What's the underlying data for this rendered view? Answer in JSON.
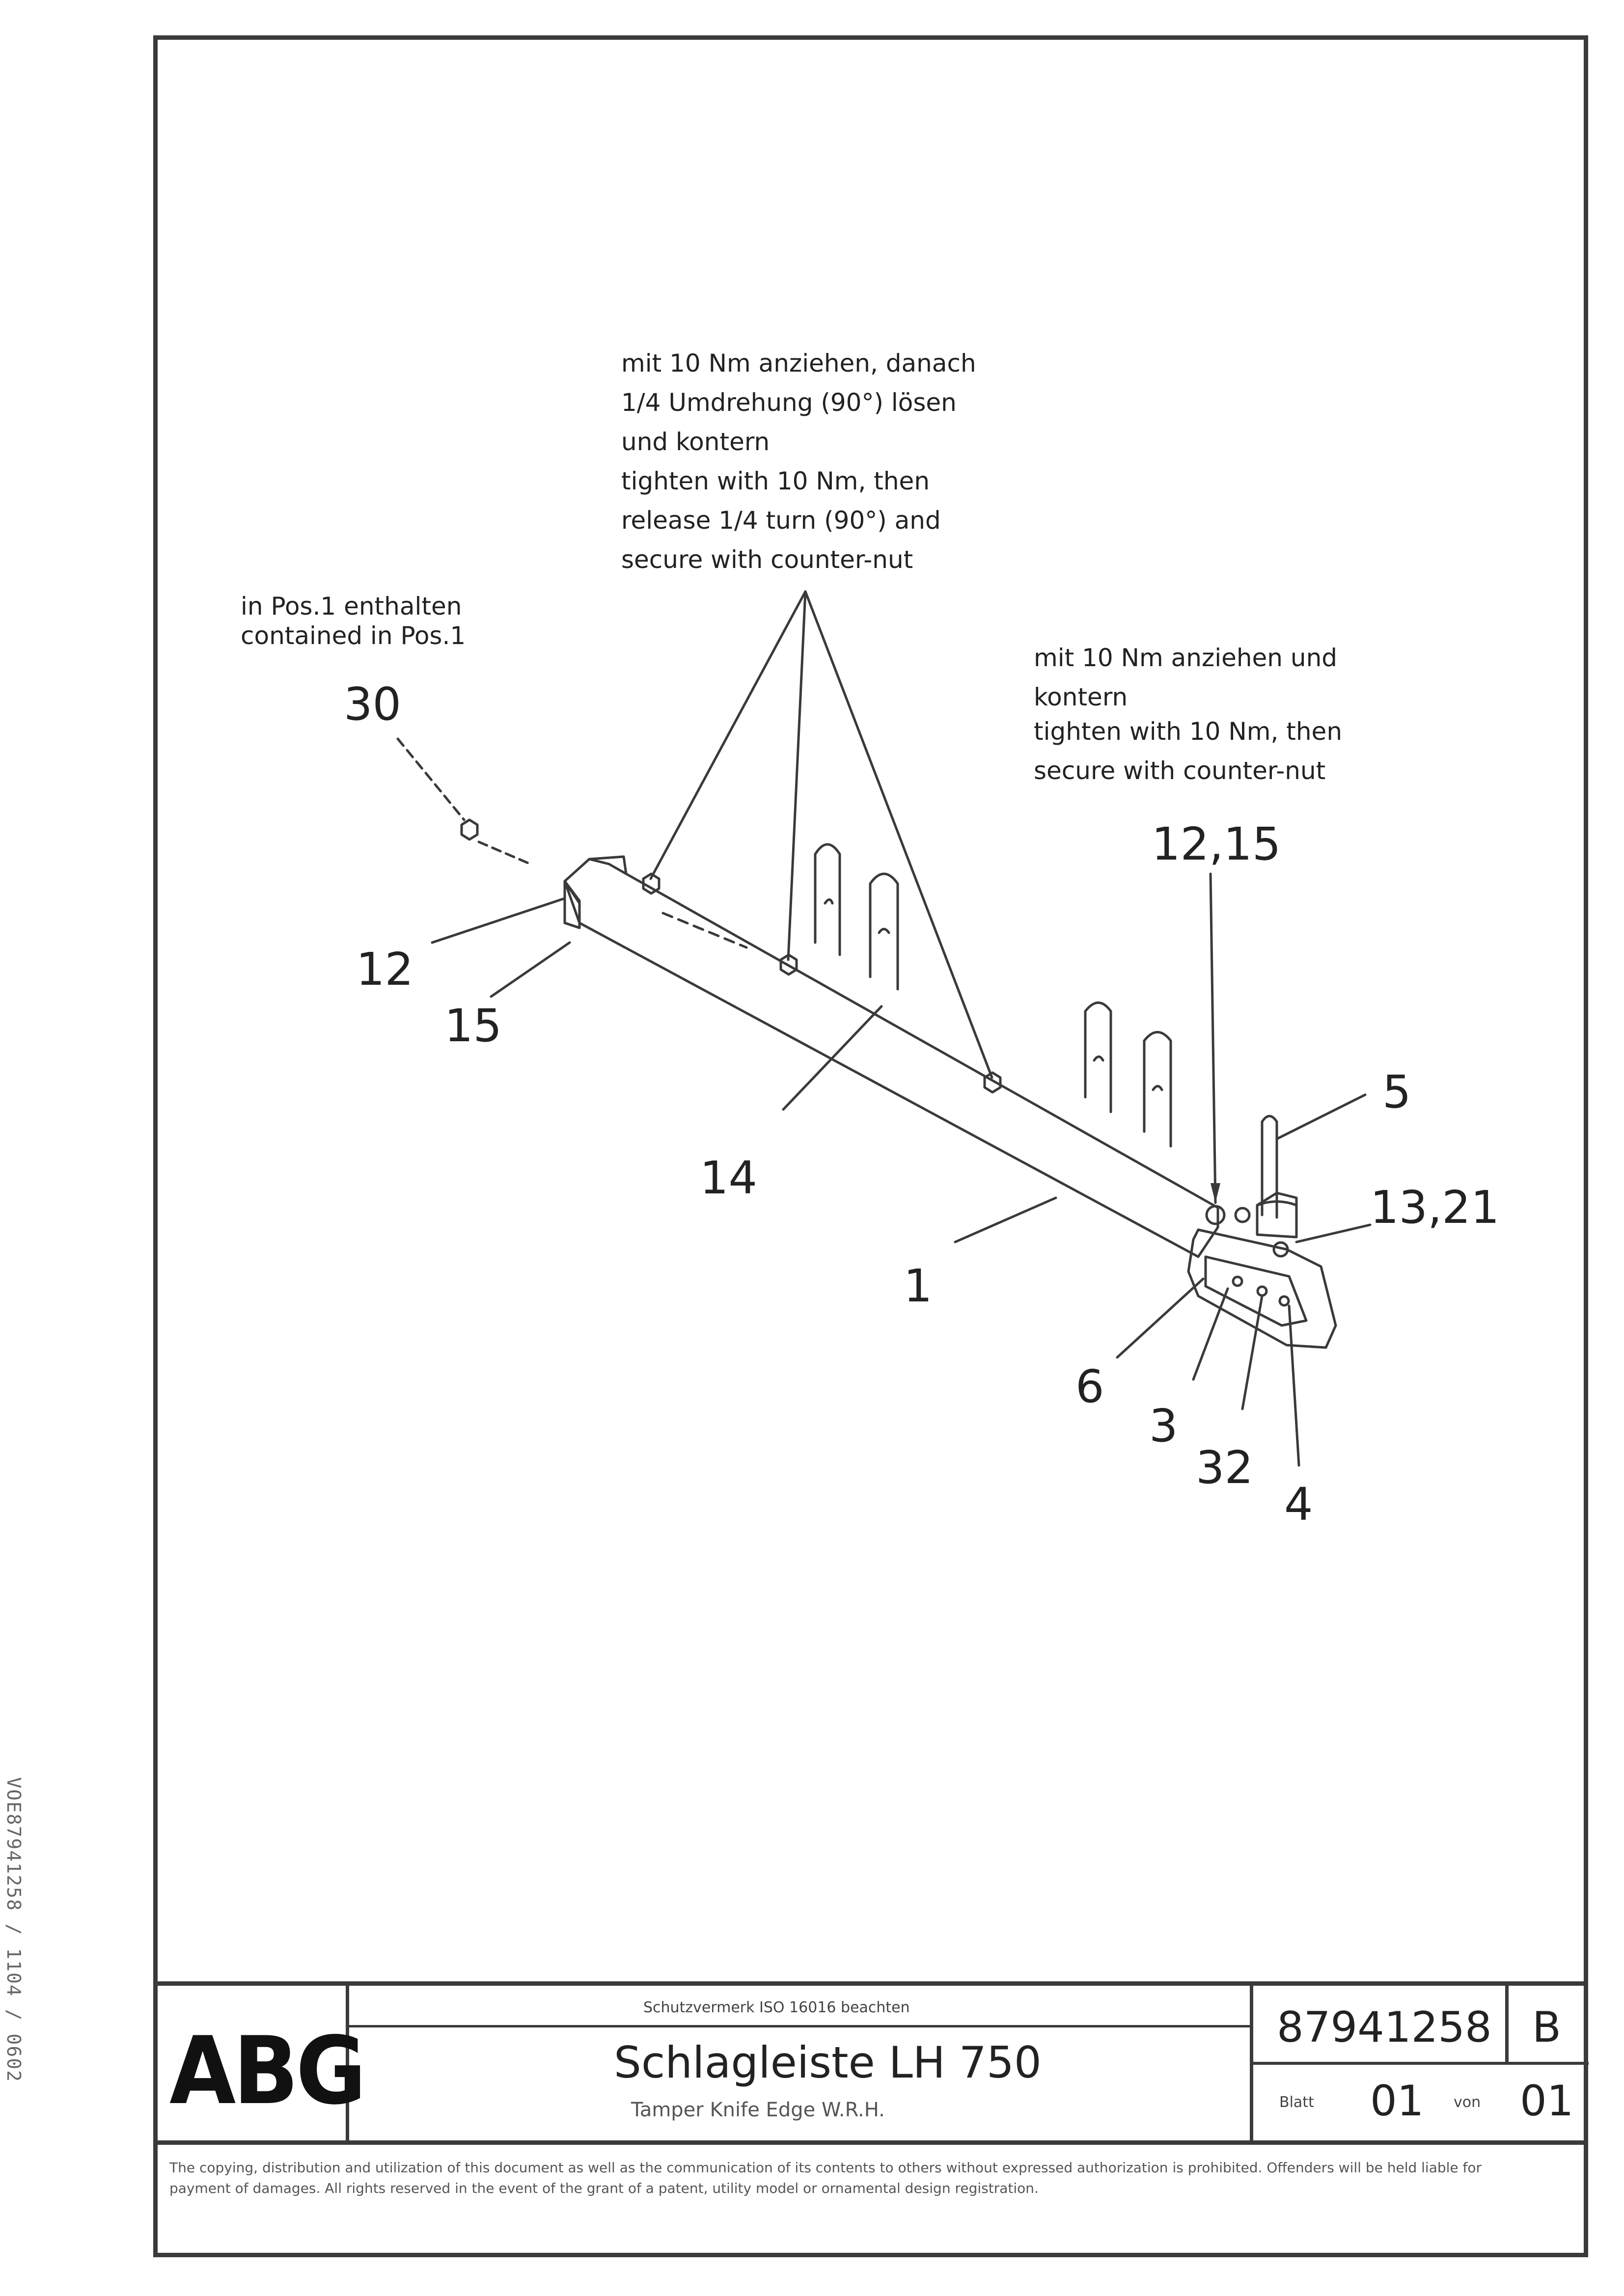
{
  "notes": {
    "top_de": "mit 10 Nm anziehen, danach\n1/4 Umdrehung (90°) lösen\nund kontern",
    "top_en": "tighten with 10 Nm, then\nrelease 1/4 turn (90°) and\nsecure with counter-nut",
    "left_de": "in Pos.1 enthalten",
    "left_en": "contained in Pos.1",
    "right_de": "mit 10 Nm anziehen und\nkontern",
    "right_en": "tighten with 10 Nm, then\nsecure with counter-nut"
  },
  "callouts": {
    "c30": "30",
    "c12": "12",
    "c15": "15",
    "c14": "14",
    "c1": "1",
    "c12_15": "12,15",
    "c5": "5",
    "c13_21": "13,21",
    "c6": "6",
    "c3": "3",
    "c32": "32",
    "c4": "4"
  },
  "title_block": {
    "logo": "ABG",
    "header_small": "Schutzvermerk ISO 16016 beachten",
    "title": "Schlagleiste LH 750",
    "subtitle": "Tamper Knife Edge W.R.H.",
    "drawing_number": "87941258",
    "revision": "B",
    "sheet_label": "Blatt",
    "sheet": "01",
    "of_label": "von",
    "of": "01",
    "footer": "The copying, distribution and utilization of this document as well as the communication of its contents to others without expressed authorization is prohibited. Offenders will be held liable for payment of damages. All rights reserved in the event of the grant of a patent, utility model or ornamental design registration."
  },
  "side_text": "VOE87941258 / 1104 / 0602",
  "colors": {
    "line": "#3a3a3a",
    "text": "#222222",
    "background": "#ffffff"
  }
}
